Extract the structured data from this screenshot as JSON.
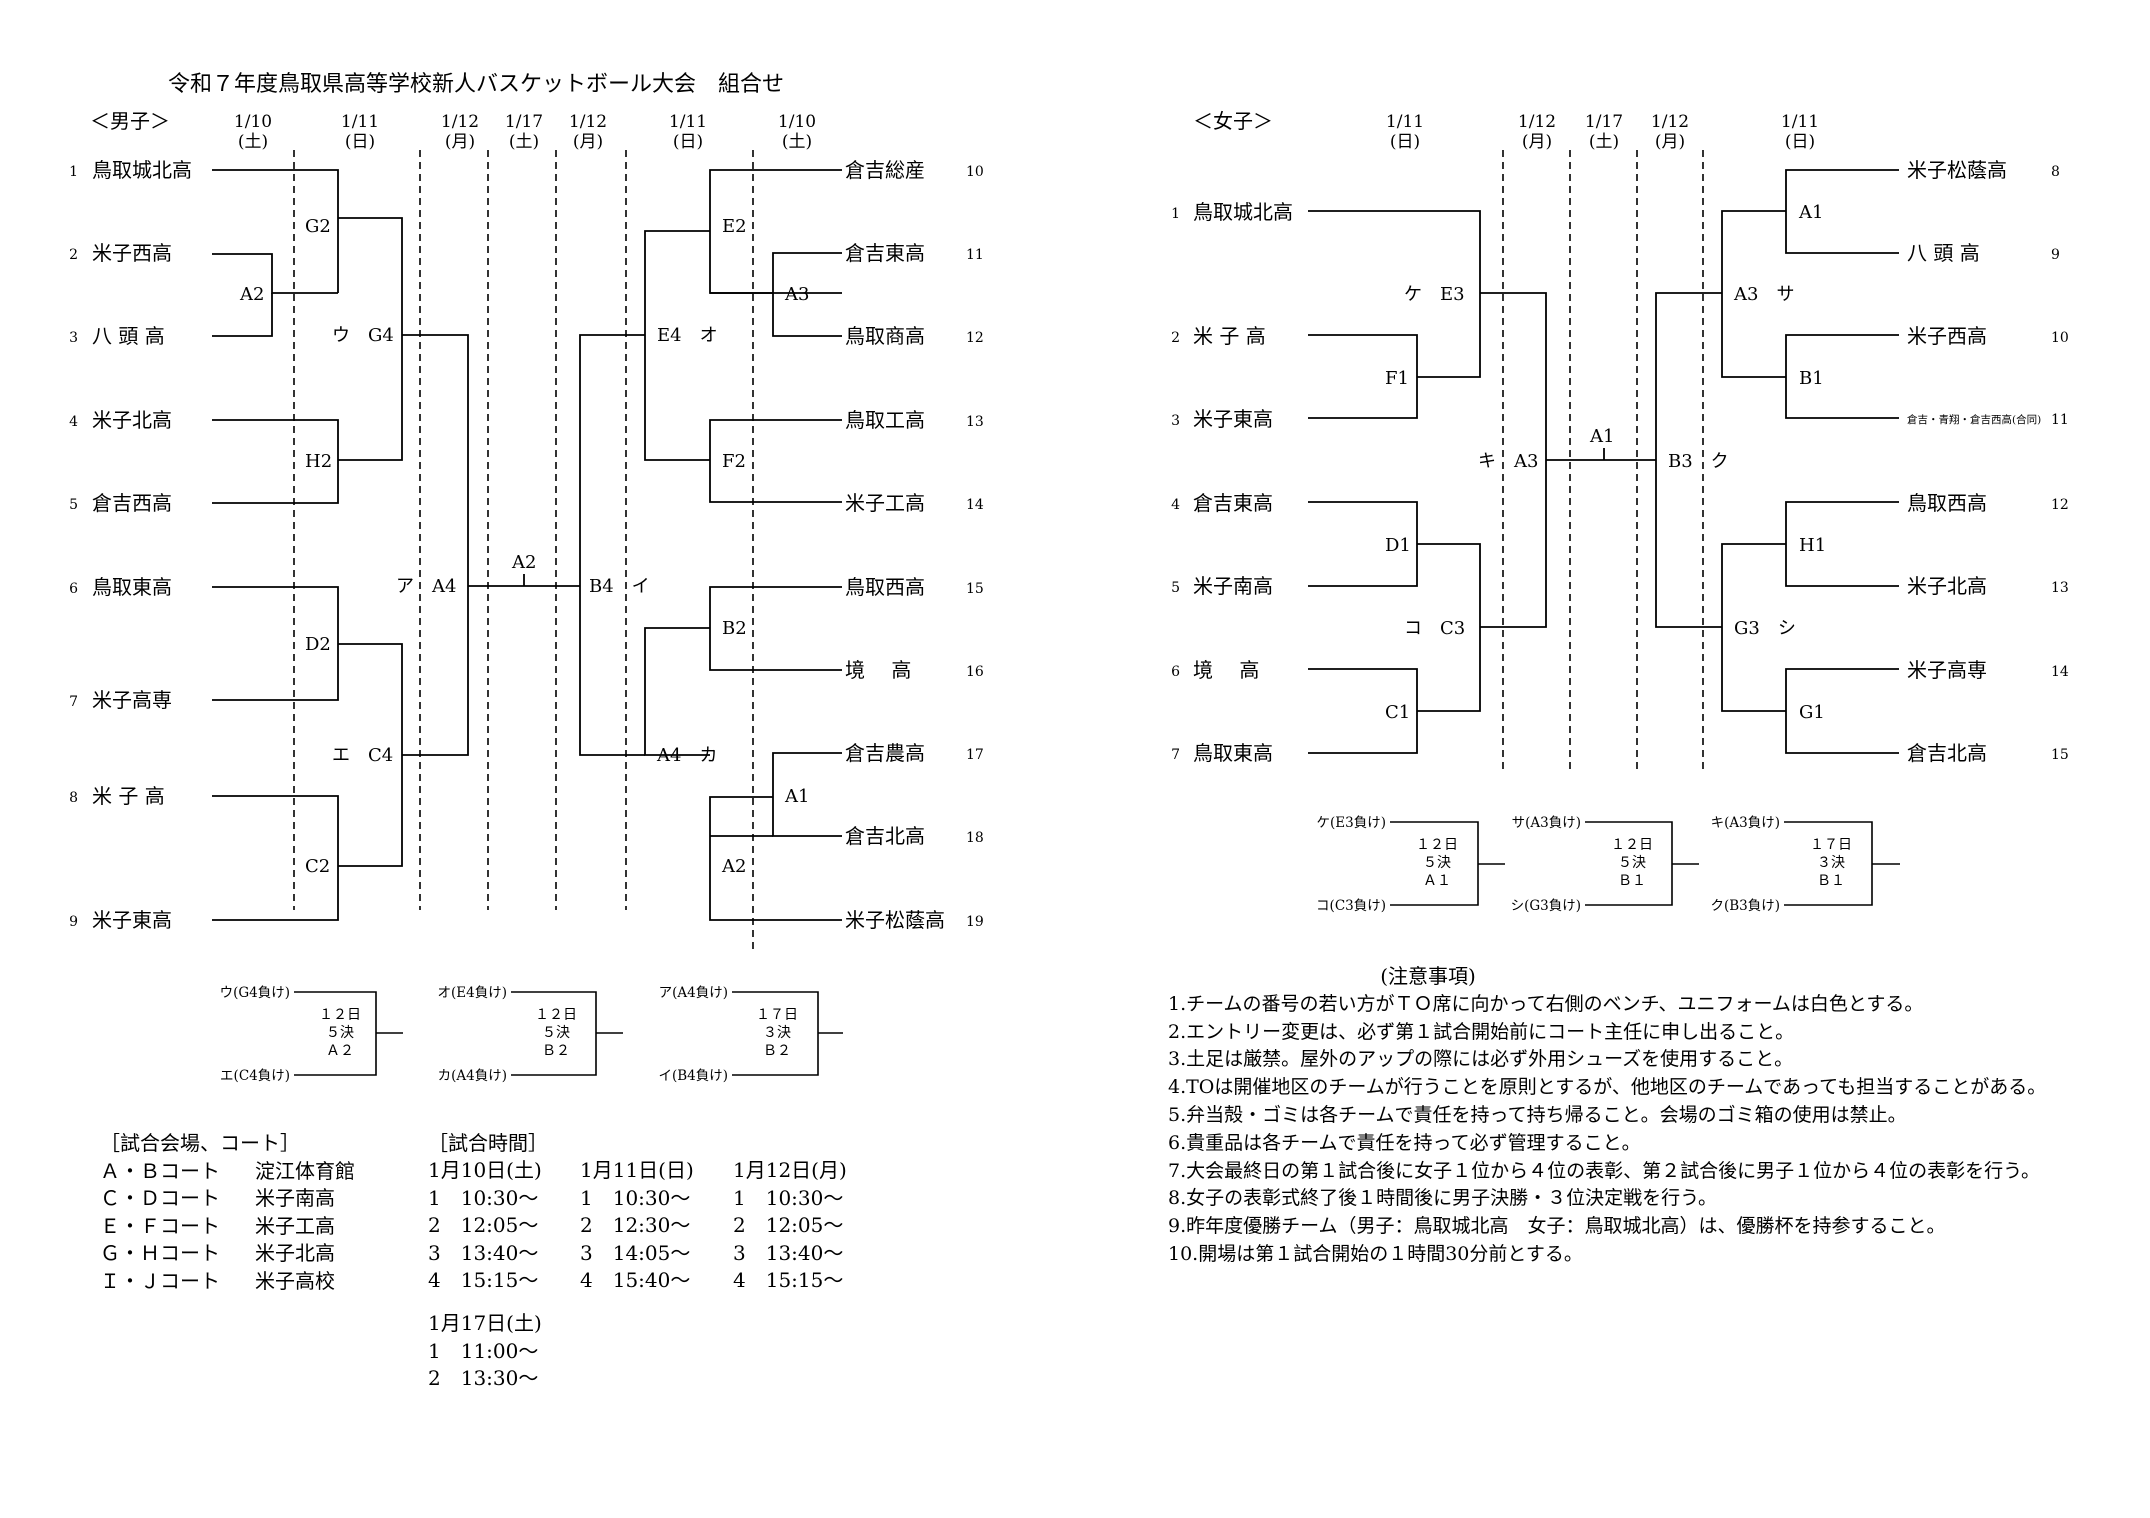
{
  "title": "令和７年度鳥取県高等学校新人バスケットボール大会　組合せ",
  "boys": {
    "label": "＜男子＞",
    "dates": [
      [
        "1/10",
        "(土)"
      ],
      [
        "1/11",
        "(日)"
      ],
      [
        "1/12",
        "(月)"
      ],
      [
        "1/17",
        "(土)"
      ],
      [
        "1/12",
        "(月)"
      ],
      [
        "1/11",
        "(日)"
      ],
      [
        "1/10",
        "(土)"
      ]
    ],
    "teams": [
      {
        "no": "1",
        "name": "鳥取城北高"
      },
      {
        "no": "2",
        "name": "米子西高"
      },
      {
        "no": "3",
        "name": "八 頭 高"
      },
      {
        "no": "4",
        "name": "米子北高"
      },
      {
        "no": "5",
        "name": "倉吉西高"
      },
      {
        "no": "6",
        "name": "鳥取東高"
      },
      {
        "no": "7",
        "name": "米子高専"
      },
      {
        "no": "8",
        "name": "米 子 高"
      },
      {
        "no": "9",
        "name": "米子東高"
      },
      {
        "no": "10",
        "name": "倉吉総産"
      },
      {
        "no": "11",
        "name": "倉吉東高"
      },
      {
        "no": "12",
        "name": "鳥取商高"
      },
      {
        "no": "13",
        "name": "鳥取工高"
      },
      {
        "no": "14",
        "name": "米子工高"
      },
      {
        "no": "15",
        "name": "鳥取西高"
      },
      {
        "no": "16",
        "name": "境　 高"
      },
      {
        "no": "17",
        "name": "倉吉農高"
      },
      {
        "no": "18",
        "name": "倉吉北高"
      },
      {
        "no": "19",
        "name": "米子松蔭高"
      }
    ],
    "games": [
      "A2",
      "G2",
      "H2",
      "D2",
      "C2",
      "ウ　G4",
      "エ　C4",
      "ア　A4",
      "A2",
      "B4　イ",
      "E2",
      "A3",
      "F2",
      "B2",
      "A1",
      "A2",
      "E4　オ",
      "A4　カ"
    ],
    "consolation": [
      {
        "top": "ウ(G4負け)",
        "bottom": "エ(C4負け)",
        "l1": "１２日",
        "l2": "５決",
        "l3": "Ａ２"
      },
      {
        "top": "オ(E4負け)",
        "bottom": "カ(A4負け)",
        "l1": "１２日",
        "l2": "５決",
        "l3": "Ｂ２"
      },
      {
        "top": "ア(A4負け)",
        "bottom": "イ(B4負け)",
        "l1": "１７日",
        "l2": "３決",
        "l3": "Ｂ２"
      }
    ]
  },
  "girls": {
    "label": "＜女子＞",
    "dates": [
      [
        "1/11",
        "(日)"
      ],
      [
        "1/12",
        "(月)"
      ],
      [
        "1/17",
        "(土)"
      ],
      [
        "1/12",
        "(月)"
      ],
      [
        "1/11",
        "(日)"
      ]
    ],
    "teams": [
      {
        "no": "1",
        "name": "鳥取城北高"
      },
      {
        "no": "2",
        "name": "米 子 高"
      },
      {
        "no": "3",
        "name": "米子東高"
      },
      {
        "no": "4",
        "name": "倉吉東高"
      },
      {
        "no": "5",
        "name": "米子南高"
      },
      {
        "no": "6",
        "name": "境　 高"
      },
      {
        "no": "7",
        "name": "鳥取東高"
      },
      {
        "no": "8",
        "name": "米子松蔭高"
      },
      {
        "no": "9",
        "name": "八 頭 高"
      },
      {
        "no": "10",
        "name": "米子西高"
      },
      {
        "no": "11",
        "name": "倉吉・青翔・倉吉西高(合同)"
      },
      {
        "no": "12",
        "name": "鳥取西高"
      },
      {
        "no": "13",
        "name": "米子北高"
      },
      {
        "no": "14",
        "name": "米子高専"
      },
      {
        "no": "15",
        "name": "倉吉北高"
      }
    ],
    "games": [
      "ケ　E3",
      "F1",
      "キ　A3",
      "D1",
      "コ　C3",
      "C1",
      "A1",
      "B3　ク",
      "A1",
      "A3　サ",
      "B1",
      "H1",
      "G3　シ",
      "G1"
    ],
    "consolation": [
      {
        "top": "ケ(E3負け)",
        "bottom": "コ(C3負け)",
        "l1": "１２日",
        "l2": "５決",
        "l3": "Ａ１"
      },
      {
        "top": "サ(A3負け)",
        "bottom": "シ(G3負け)",
        "l1": "１２日",
        "l2": "５決",
        "l3": "Ｂ１"
      },
      {
        "top": "キ(A3負け)",
        "bottom": "ク(B3負け)",
        "l1": "１７日",
        "l2": "３決",
        "l3": "Ｂ１"
      }
    ]
  },
  "venues": {
    "title": "［試合会場、コート］",
    "rows": [
      {
        "court": "Ａ・Ｂコート",
        "place": "淀江体育館"
      },
      {
        "court": "Ｃ・Ｄコート",
        "place": "米子南高"
      },
      {
        "court": "Ｅ・Ｆコート",
        "place": "米子工高"
      },
      {
        "court": "Ｇ・Ｈコート",
        "place": "米子北高"
      },
      {
        "court": "Ｉ・Ｊコート",
        "place": "米子高校"
      }
    ]
  },
  "times": {
    "title": "［試合時間］",
    "days": [
      {
        "date": "1月10日(土)",
        "slots": [
          "1　10:30～",
          "2　12:05～",
          "3　13:40～",
          "4　15:15～"
        ]
      },
      {
        "date": "1月11日(日)",
        "slots": [
          "1　10:30～",
          "2　12:30～",
          "3　14:05～",
          "4　15:40～"
        ]
      },
      {
        "date": "1月12日(月)",
        "slots": [
          "1　10:30～",
          "2　12:05～",
          "3　13:40～",
          "4　15:15～"
        ]
      },
      {
        "date": "1月17日(土)",
        "slots": [
          "1　11:00～",
          "2　13:30～"
        ]
      }
    ]
  },
  "notes": {
    "title": "(注意事項)",
    "lines": [
      "1.チームの番号の若い方がＴＯ席に向かって右側のベンチ、ユニフォームは白色とする。",
      "2.エントリー変更は、必ず第１試合開始前にコート主任に申し出ること。",
      "3.土足は厳禁。屋外のアップの際には必ず外用シューズを使用すること。",
      "4.TOは開催地区のチームが行うことを原則とするが、他地区のチームであっても担当することがある。",
      "5.弁当殻・ゴミは各チームで責任を持って持ち帰ること。会場のゴミ箱の使用は禁止。",
      "6.貴重品は各チームで責任を持って必ず管理すること。",
      "7.大会最終日の第１試合後に女子１位から４位の表彰、第２試合後に男子１位から４位の表彰を行う。",
      "8.女子の表彰式終了後１時間後に男子決勝・３位決定戦を行う。",
      "9.昨年度優勝チーム（男子：鳥取城北高　女子：鳥取城北高）は、優勝杯を持参すること。",
      "10.開場は第１試合開始の１時間30分前とする。"
    ]
  }
}
